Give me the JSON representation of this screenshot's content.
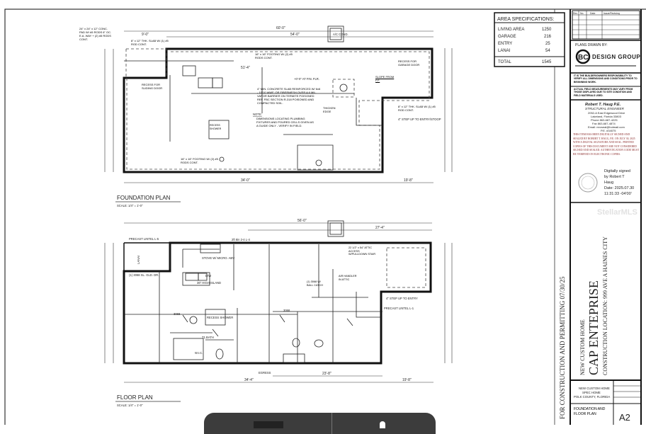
{
  "area_specifications": {
    "title": "AREA SPECIFICATIONS:",
    "rows": [
      {
        "label": "LIVING AREA",
        "value": "1250"
      },
      {
        "label": "GARAGE",
        "value": "216"
      },
      {
        "label": "ENTRY",
        "value": "25"
      },
      {
        "label": "LANAI",
        "value": "54"
      }
    ],
    "total_label": "TOTAL",
    "total_value": "1545"
  },
  "foundation_plan": {
    "title": "FOUNDATION PLAN",
    "scale": "SCALE: 1/4\" = 1'-0\"",
    "notes": {
      "pad": "24\" x 24\" x 12\" CONC. PAD W/ #5 RODS 6\" OC. E.A. WAY + (2) #5 RODS CONT.",
      "lanai_slab": "8\" x 12\" THK. SLAB W/ (1) #5 ROD CONT.",
      "footing_top": "16\" x 16\" FOOTING W/ (2) #5 RODS CONT.",
      "footing_bottom": "16\" x 16\" FOOTING W/ (2) #5 RODS CONT.",
      "slab": "4\" MIN. CONCRETE SLAB REINFORCED W/ 6x6 - 10/10 WWF, OR FIBERMESH OVER A 6 MIL. VAPOR BARRIER ON TERMITE POISONED REF. FBC SECTION R-318 POISONED AND COMPACTED SOIL.",
      "note_title": "NOTE:",
      "note": "DIMENSIONS LOCATING PLUMBING FIXTURES AND POURED CELLS GIVEN AS A GUIDE ONLY - VERIFY IN FIELD.",
      "sliding_recess": "RECESS FOR SLIDING DOOR",
      "garage_recess": "RECESS FOR GARAGE DOOR",
      "shower_recess": "RECESS SHOWER",
      "slope": "SLOPE FROM F.F.",
      "thicken": "THICKEN EDGE",
      "entry_slab": "8\" x 12\" THK. SLAB W/ (1) #5 ROD CONT.",
      "step": "4\" STEP UP TO ENTRY/STOOP",
      "ff_level": "+0'-0\" AT FIN. FLR.",
      "ac_pad": "A/C COND."
    },
    "dims": {
      "overall": "60'-0\"",
      "main": "54'-0\"",
      "left": "9'-0\"",
      "depth": "34'-0\"",
      "bottom_right": "19'-8\"",
      "inner": "51'-4\""
    }
  },
  "floor_plan": {
    "title": "FLOOR PLAN",
    "scale": "SCALE: 1/4\" = 1'-0\"",
    "labels": {
      "lintel_top": "PRECAST LINTEL L-5",
      "lanai": "LANAI",
      "stove": "STOVE W/ MICRO. ABV.",
      "island": "36\" HIGH ISLAND",
      "dw": "D/W",
      "slider": "(1) 3068 SL. GLD. DR.",
      "recess_shower": "RECESS SHOWER",
      "bath": "T1.BATH",
      "wic": "W.I.C.",
      "attic": "22 1/2\" x 54\" ATTIC ACCESS W/PULLDOWN STAIR",
      "air_handler": "AIR HANDLER IN ATTIC",
      "ball_catch": "(1) 3068 W/ BALL CATCH",
      "step": "4\" STEP UP TO ENTRY",
      "lintel_entry": "PRECAST LINTEL L-1",
      "egress": "EGRESS",
      "header_left": "2ft 8in 2-4 L-4",
      "door": "3068"
    },
    "dims": {
      "overall": "56'-0\"",
      "right": "27'-4\"",
      "bottom": "34'-4\"",
      "bottom_right": "23'-8\"",
      "garage": "19'-8\""
    }
  },
  "side_stamp": "FOR CONSTRUCTION AND PERMITTING 07/30/25",
  "title_block": {
    "revisions_header": [
      "Rev",
      "No.",
      "Date",
      "Issue/Revising"
    ],
    "plans_drawn_by": "PLANS DRAWN BY:",
    "logo_text": "DESIGN GROUP",
    "logo_initials": "BC",
    "responsibility_note": "IT IS THE BUILDER/OWNERS RESPONSIBILITY TO VERIFY ALL DIMENSIONS AND CONDITIONS PRIOR TO BEGINNING WORK.",
    "actual_field_note": "ACTUAL FIELD MEASUREMENTS MAY VARY FROM THOSE DISPLAYED DUE TO SITE CONDITION AND FIELD MATERIALS USED.",
    "engineer": {
      "name": "Robert T. Haug P.E.",
      "title": "STRUCTURAL ENGINEER",
      "address1": "2052-A East Edgewood Drive",
      "address2": "Lakeland, Florida 33803",
      "phone": "Phone 863-687-4225",
      "fax": "Fax 863-687-4874",
      "email": "Email: mrcseal@hotmail.com",
      "pe": "P.E. #34075"
    },
    "digital_seal_note": "THIS ITEM HAS BEEN DIGITALLY SIGNED AND SEALED BY ROBERT T. HAUG, P.E. ON JULY 30, 2025 WITH A DIGITAL SIGNATURE AND SEAL. PRINTED COPIES OF THIS DOCUMENT ARE NOT CONSIDERED SIGNED AND SEALED. AUTHENTICATION CODE MUST BE VERIFIED ON ELECTRONIC COPIES.",
    "signature": [
      "Digitally signed",
      "by Robert T",
      "Haug",
      "Date: 2025.07.30",
      "11:31:33 -04'00'"
    ],
    "watermark": "StellarMLS",
    "project_type": "NEW CUSTOM HOME",
    "project_name": "CAP ENTEPRISE",
    "location": "CONSTRUCTION LOCATION:  999 AVE A HAINES CITY",
    "info": [
      "NEW CUSTOM HOME",
      "SPEC HOME",
      "POLK COUNTY, FLORIDA"
    ],
    "sheet_title": "FOUNDATION AND FLOOR PLAN",
    "sheet_number": "A2"
  },
  "colors": {
    "line": "#111111",
    "bottom_bar": "#3c3c3c"
  }
}
